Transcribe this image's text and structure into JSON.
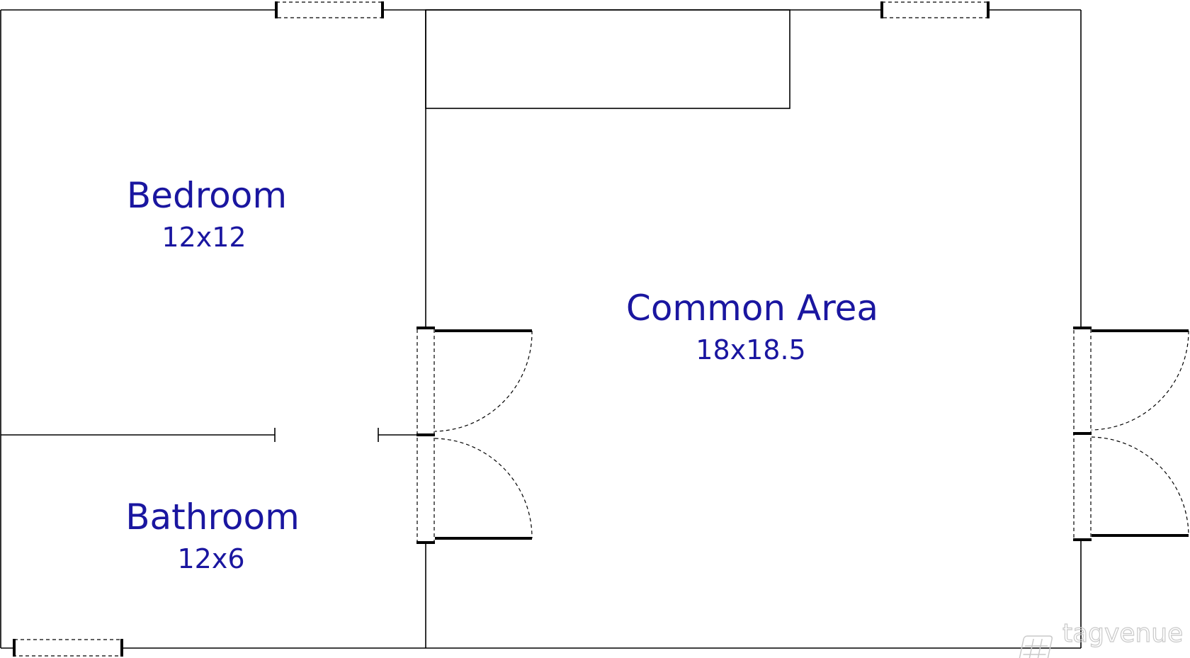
{
  "rooms": {
    "bedroom": {
      "name": "Bedroom",
      "size": "12x12"
    },
    "bathroom": {
      "name": "Bathroom",
      "size": "12x6"
    },
    "common_area": {
      "name": "Common Area",
      "size": "18x18.5"
    }
  },
  "watermark": {
    "text": "tagvenue"
  },
  "colors": {
    "label": "#1a16a0",
    "walls": "#000000",
    "watermark": "#c9c9c9"
  },
  "icons": {
    "watermark_logo": "tagvenue-logo-icon"
  }
}
